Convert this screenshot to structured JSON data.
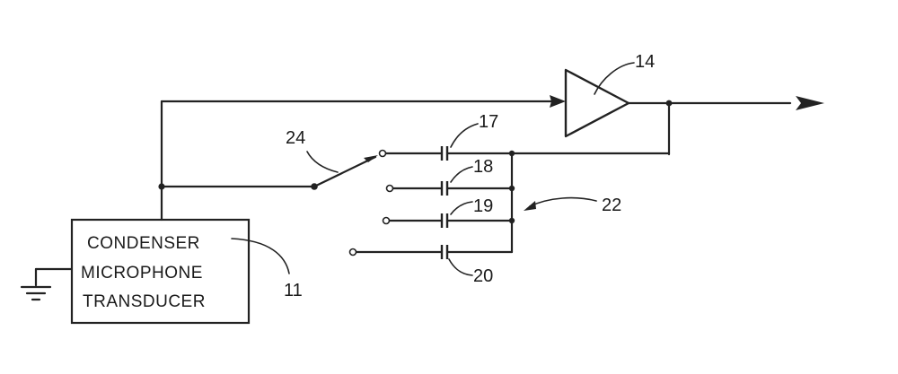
{
  "transducer": {
    "lines": [
      "CONDENSER",
      "MICROPHONE",
      "TRANSDUCER"
    ],
    "ref": "11"
  },
  "amplifier": {
    "ref": "14"
  },
  "switch": {
    "ref": "24"
  },
  "capacitor_bank": {
    "ref": "22",
    "capacitors": [
      "17",
      "18",
      "19",
      "20"
    ]
  }
}
